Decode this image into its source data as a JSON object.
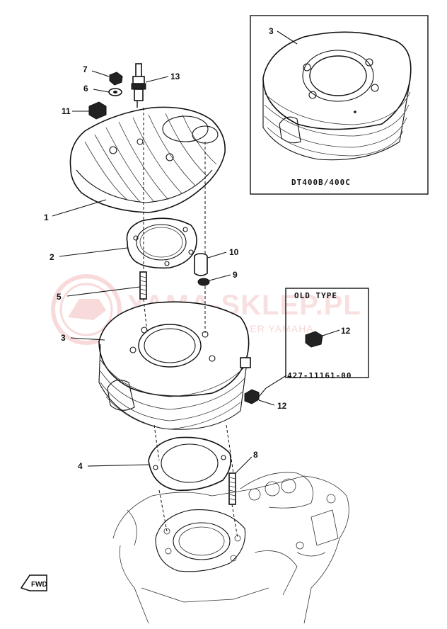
{
  "callouts": [
    {
      "id": "1",
      "text": "1"
    },
    {
      "id": "2",
      "text": "2"
    },
    {
      "id": "3a",
      "text": "3"
    },
    {
      "id": "3b",
      "text": "3"
    },
    {
      "id": "4",
      "text": "4"
    },
    {
      "id": "5",
      "text": "5"
    },
    {
      "id": "6",
      "text": "6"
    },
    {
      "id": "7",
      "text": "7"
    },
    {
      "id": "8",
      "text": "8"
    },
    {
      "id": "9",
      "text": "9"
    },
    {
      "id": "10",
      "text": "10"
    },
    {
      "id": "11",
      "text": "11"
    },
    {
      "id": "12a",
      "text": "12"
    },
    {
      "id": "12b",
      "text": "12"
    },
    {
      "id": "13",
      "text": "13"
    }
  ],
  "inset_model_label": "DT400B/400C",
  "old_type_title": "OLD TYPE",
  "old_type_part_number": "427-11161-00",
  "front_arrow_label": "FWD",
  "watermark": {
    "brand": "YAMA-SKLEP.PL",
    "tagline": "WSCHOWICZ | DEALER YAMAHA",
    "color": "#e35a5a"
  }
}
